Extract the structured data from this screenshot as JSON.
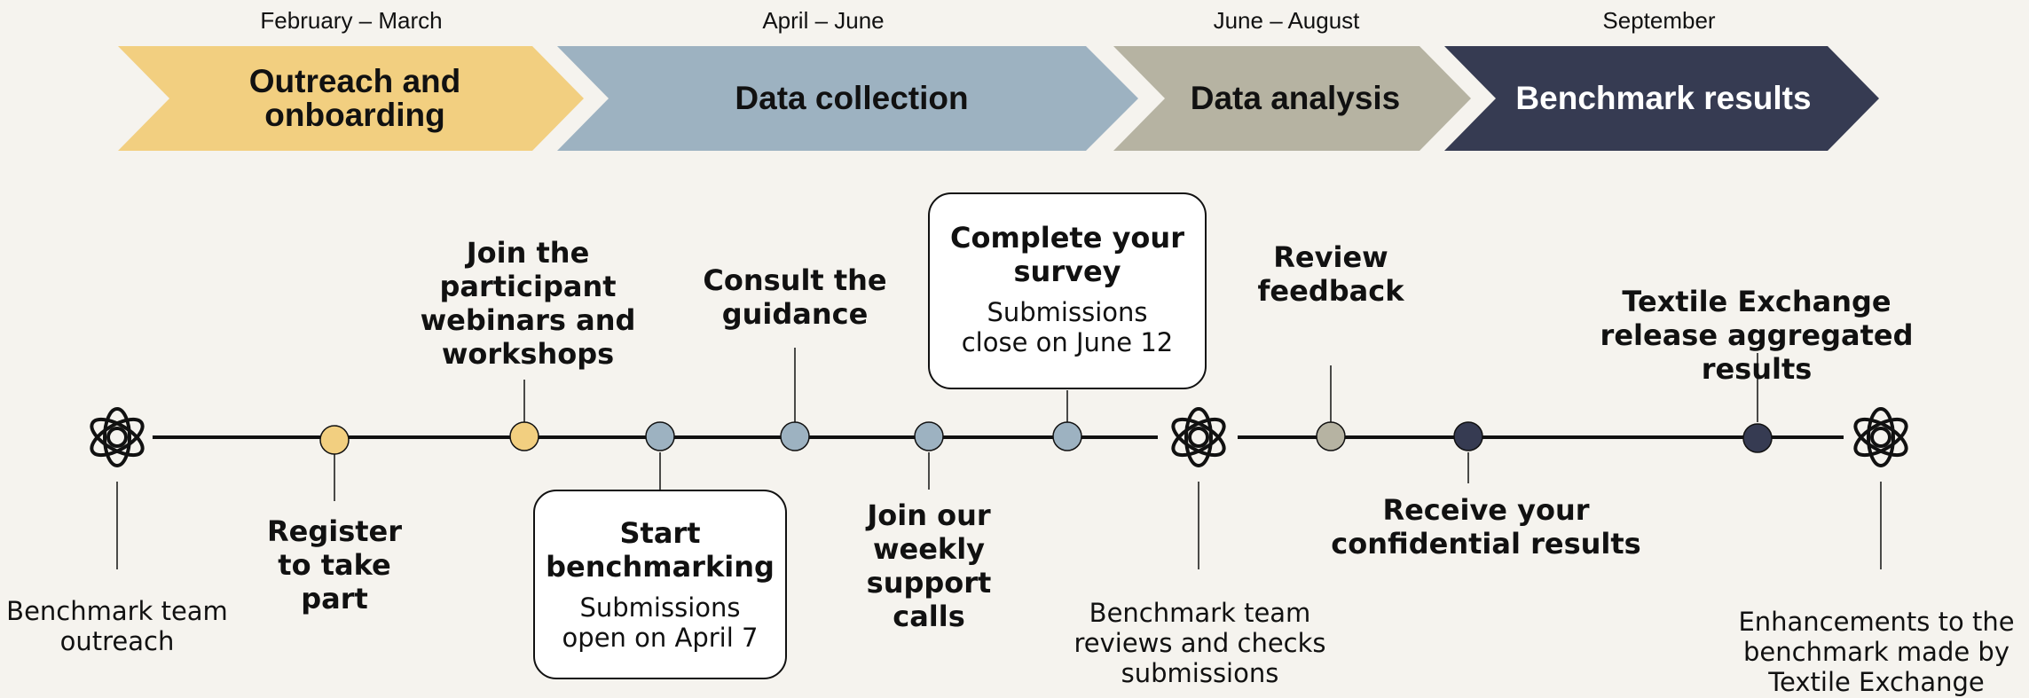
{
  "phases": [
    {
      "date": "February – March",
      "label": "Outreach and onboarding",
      "color": "#f2cf80",
      "text_color": "#111111"
    },
    {
      "date": "April – June",
      "label": "Data collection",
      "color": "#9db2c1",
      "text_color": "#111111"
    },
    {
      "date": "June – August",
      "label": "Data analysis",
      "color": "#b6b3a2",
      "text_color": "#111111"
    },
    {
      "date": "September",
      "label": "Benchmark results",
      "color": "#363b52",
      "text_color": "#ffffff"
    }
  ],
  "milestones": {
    "register": {
      "title": "Register to take part"
    },
    "webinars": {
      "title": "Join the participant webinars and workshops"
    },
    "start": {
      "title": "Start benchmarking",
      "note": "Submissions open on April 7"
    },
    "guidance": {
      "title": "Consult the guidance"
    },
    "support_calls": {
      "title": "Join our weekly support calls"
    },
    "survey": {
      "title": "Complete your survey",
      "note": "Submissions close on June 12"
    },
    "review_feedback": {
      "title": "Review feedback"
    },
    "receive_results": {
      "title": "Receive your confidential results"
    },
    "release": {
      "title": "Textile Exchange release aggregated results"
    }
  },
  "team_steps": {
    "outreach": {
      "icon": "openai-knot-icon",
      "note": "Benchmark team outreach"
    },
    "review": {
      "icon": "openai-knot-icon",
      "note": "Benchmark team reviews and checks submissions"
    },
    "enhancements": {
      "icon": "openai-knot-icon",
      "note": "Enhancements to the benchmark made by Textile Exchange"
    }
  },
  "colors": {
    "background": "#f5f3ee",
    "line": "#111111",
    "dot_outreach": "#f2cf80",
    "dot_collection": "#9db2c1",
    "dot_analysis": "#b6b3a2",
    "dot_results": "#363b52"
  }
}
